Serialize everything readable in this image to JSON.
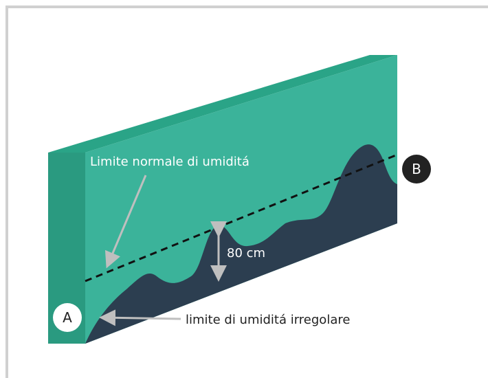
{
  "diagram": {
    "labels": {
      "normal_limit": "Limite normale di umiditá",
      "irregular_limit": "limite di umiditá irregolare",
      "height": "80 cm",
      "point_a": "A",
      "point_b": "B"
    },
    "colors": {
      "wall_front": "#3bb39a",
      "wall_side": "#2a9a80",
      "wall_top": "#2aa487",
      "moisture": "#2c3e50",
      "arrow": "#bfbfbf",
      "border": "#d0d0d0",
      "text_light": "#ffffff",
      "text_dark": "#222222",
      "marker_dark": "#222222"
    }
  }
}
